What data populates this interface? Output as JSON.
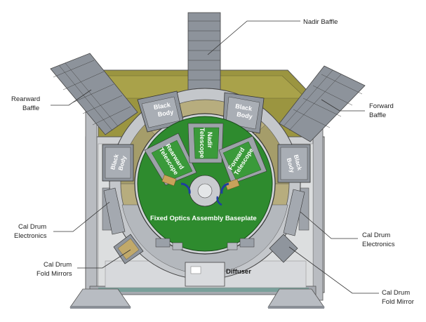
{
  "labels": {
    "nadir_baffle": "Nadir Baffle",
    "rearward_baffle_1": "Rearward",
    "rearward_baffle_2": "Baffle",
    "forward_baffle_1": "Forward",
    "forward_baffle_2": "Baffle",
    "cal_drum_electronics_left_1": "Cal Drum",
    "cal_drum_electronics_left_2": "Electronics",
    "cal_drum_electronics_right_1": "Cal Drum",
    "cal_drum_electronics_right_2": "Electronics",
    "cal_drum_fold_mirrors_1": "Cal Drum",
    "cal_drum_fold_mirrors_2": "Fold Mirrors",
    "cal_drum_fold_mirror_1": "Cal Drum",
    "cal_drum_fold_mirror_2": "Fold Mirror",
    "black_body_1": "Black",
    "black_body_2": "Body",
    "nadir_telescope_1": "Nadir",
    "nadir_telescope_2": "Telescope",
    "rearward_telescope_1": "Rearward",
    "rearward_telescope_2": "Telescope",
    "forward_telescope_1": "Forward",
    "forward_telescope_2": "Telescope",
    "baseplate": "Fixed Optics Assembly Baseplate",
    "diffuser": "Diffuser"
  },
  "colors": {
    "green": "#2e8b2e",
    "green_dark": "#1f6a1f",
    "olive": "#8f8a33",
    "khaki": "#b7b08a",
    "gray_light": "#c9cbcf",
    "gray_mid": "#9aa0a8",
    "gray_dark": "#6e747c",
    "baffle": "#8d939b"
  }
}
